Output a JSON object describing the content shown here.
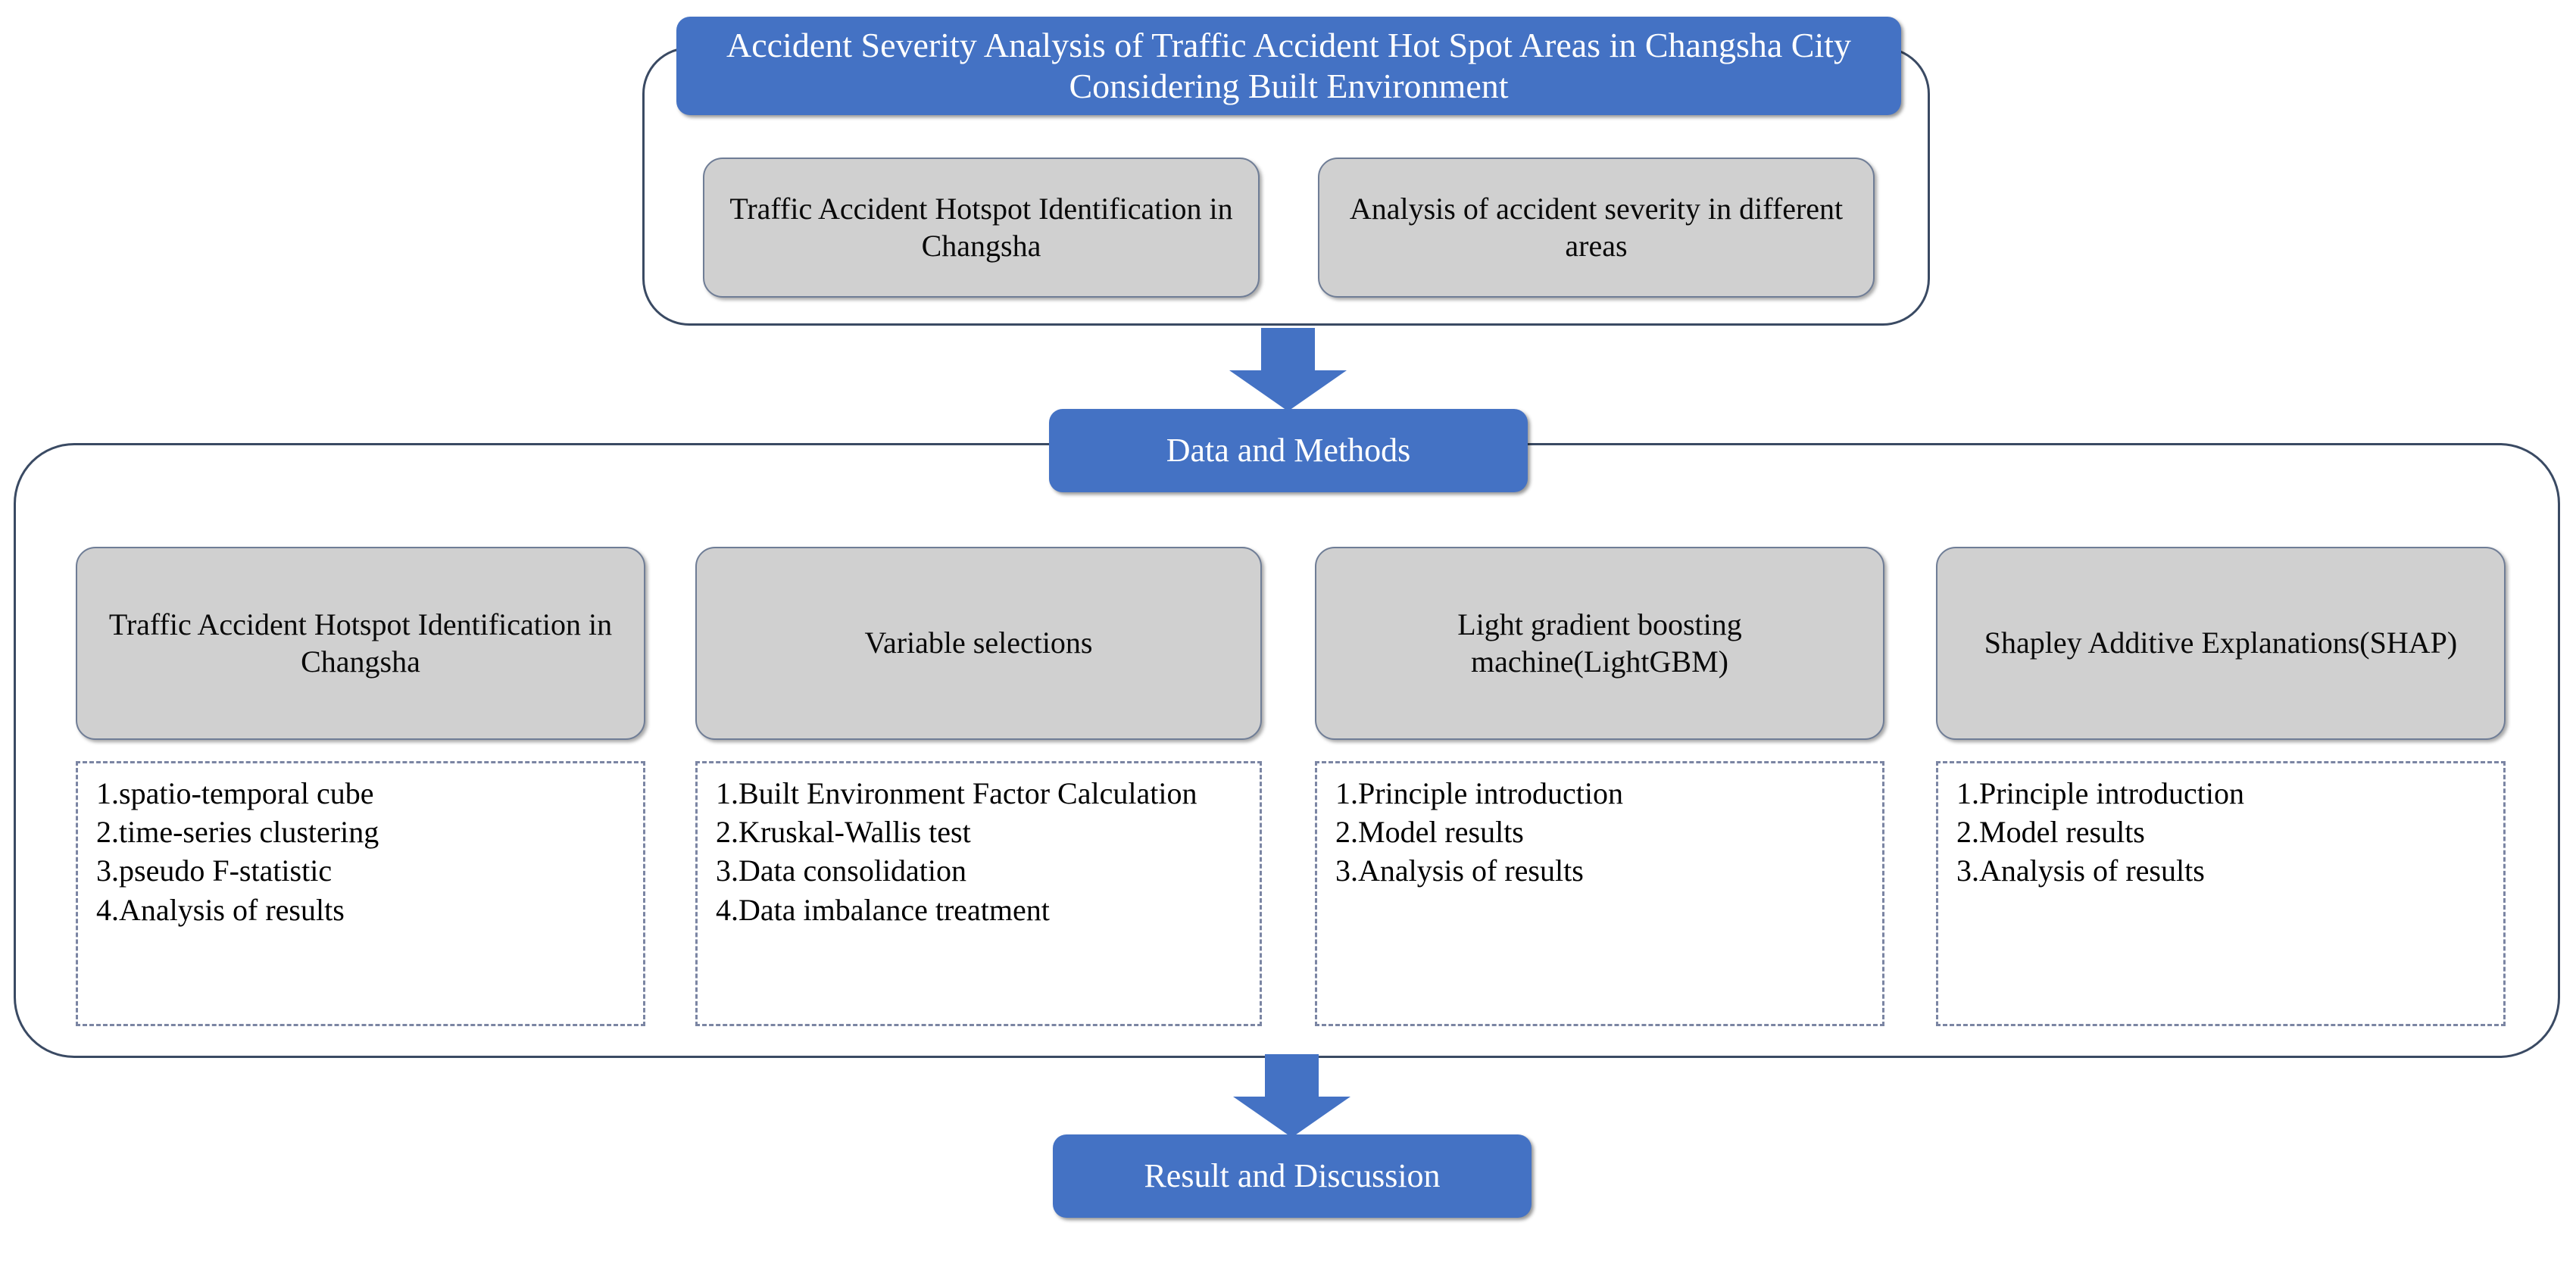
{
  "colors": {
    "accent_blue": "#4472C4",
    "box_grey": "#D0D0D0",
    "outline": "#3A4A63",
    "dash_border": "#7B85A3",
    "text_on_blue": "#FFFFFF",
    "text_dark": "#000000"
  },
  "title": {
    "label": "Accident Severity Analysis of Traffic Accident Hot Spot Areas in Changsha City Considering Built Environment"
  },
  "top_section": {
    "cards": [
      {
        "label": "Traffic Accident Hotspot Identification in Changsha"
      },
      {
        "label": "Analysis of accident severity in different areas"
      }
    ]
  },
  "arrows": [
    {
      "name": "arrow-to-data-and-methods",
      "direction": "down"
    },
    {
      "name": "arrow-to-result-and-discussion",
      "direction": "down"
    }
  ],
  "data_and_methods": {
    "label": "Data and Methods",
    "columns": [
      {
        "title": "Traffic Accident Hotspot Identification in Changsha",
        "items": [
          "1.spatio-temporal cube",
          "2.time-series clustering",
          "3.pseudo F-statistic",
          "4.Analysis of results"
        ]
      },
      {
        "title": "Variable selections",
        "items": [
          "1.Built Environment Factor Calculation",
          "2.Kruskal-Wallis test",
          "3.Data consolidation",
          "4.Data imbalance treatment"
        ]
      },
      {
        "title": "Light gradient boosting machine(LightGBM)",
        "items": [
          "1.Principle introduction",
          "2.Model results",
          "3.Analysis of results"
        ]
      },
      {
        "title": "Shapley Additive Explanations(SHAP)",
        "items": [
          "1.Principle introduction",
          "2.Model results",
          "3.Analysis of results"
        ]
      }
    ]
  },
  "result": {
    "label": "Result and Discussion"
  }
}
